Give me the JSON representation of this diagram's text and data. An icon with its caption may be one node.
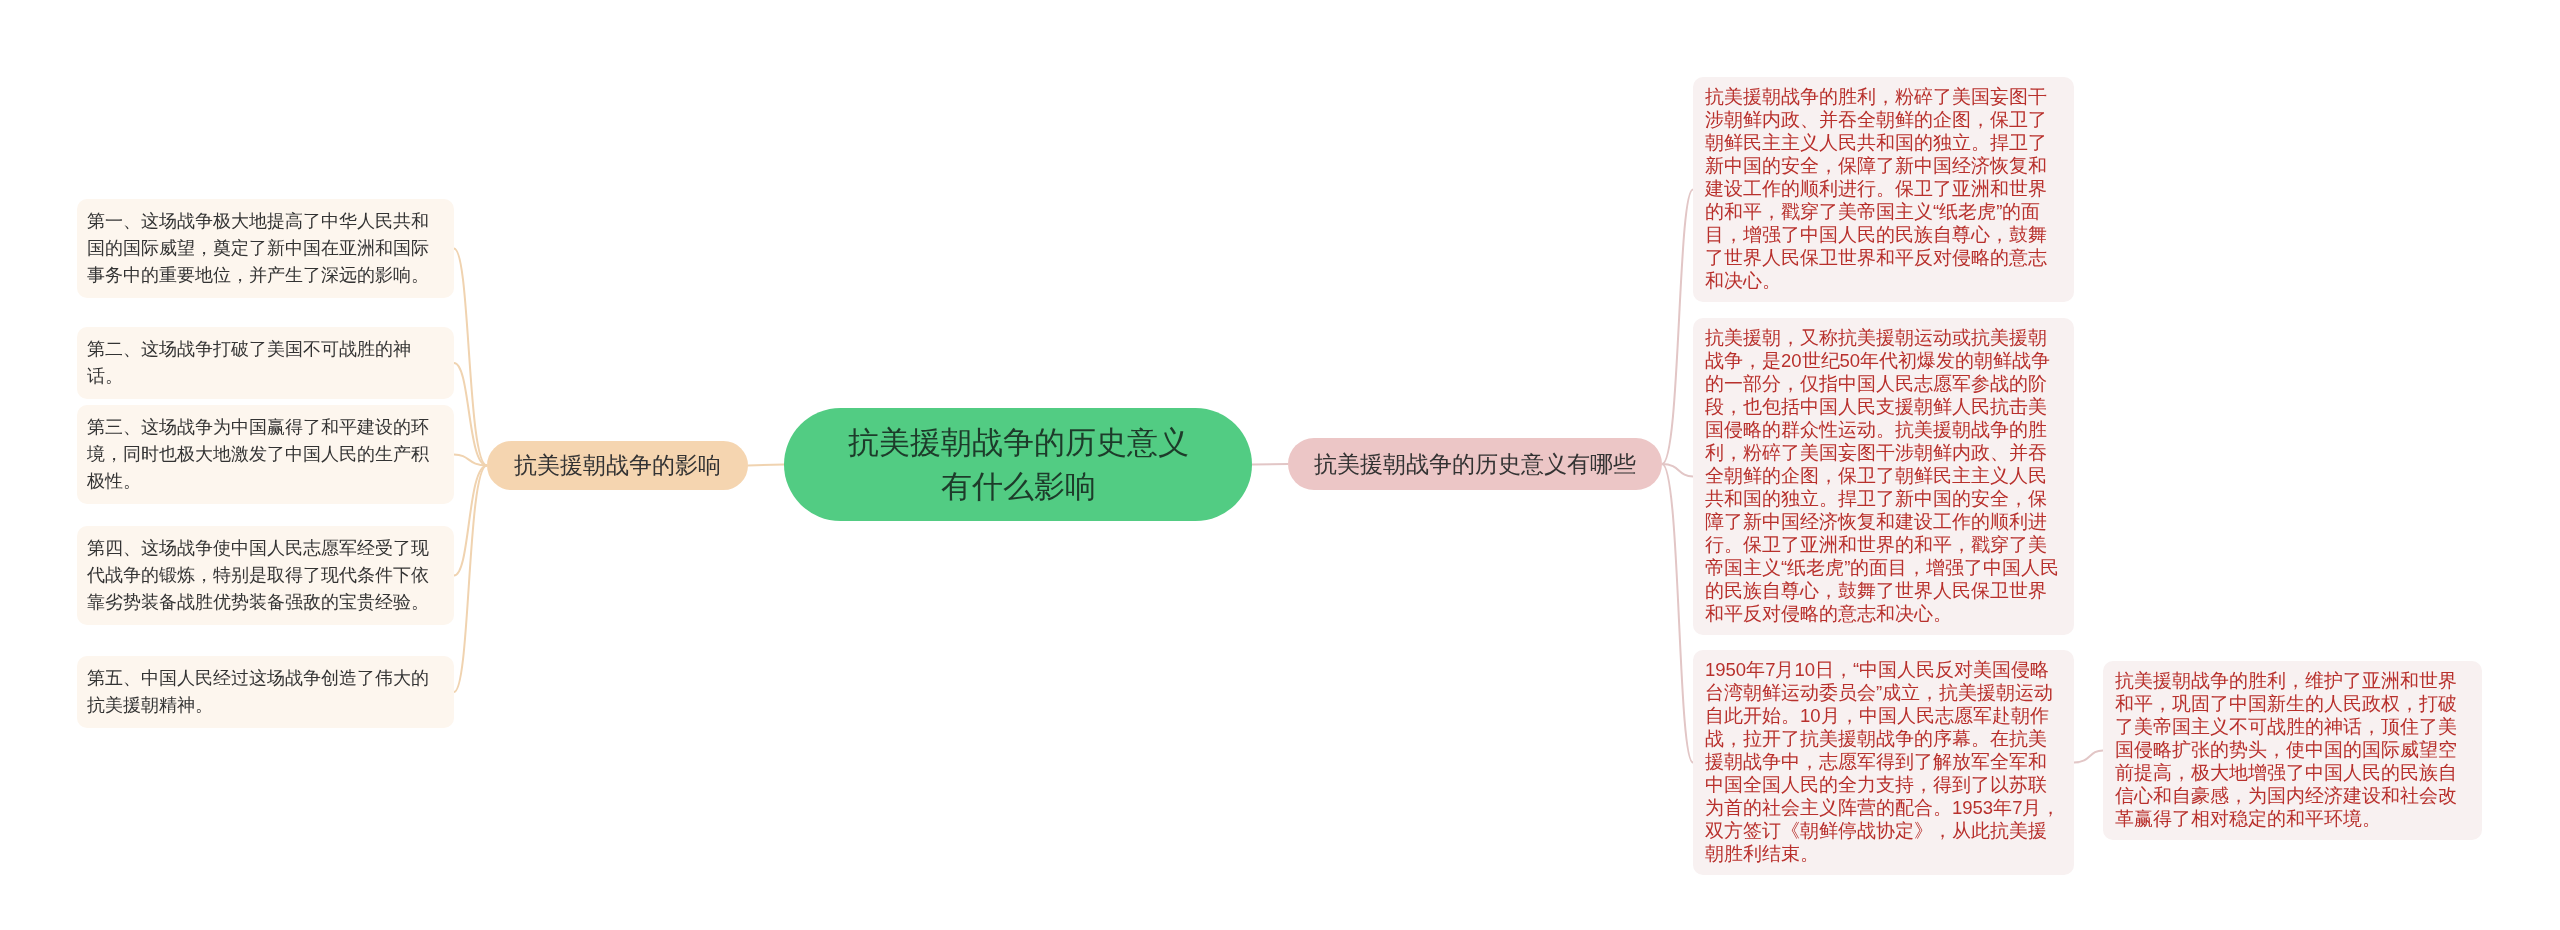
{
  "diagram": {
    "nodes": [
      {
        "text": [
          "抗美援朝战争的历史意义有什么影响"
        ]
      },
      {
        "text": [
          "抗美援朝战争的影响"
        ]
      },
      {
        "text": [
          "第一、这场战争极大地提高了中华人民共和国的国际威望，奠定了新中国在亚洲和国际事务中的重要地位，并产生了深远的影响。"
        ]
      },
      {
        "text": [
          "第二、这场战争打破了美国不可战胜的神话。"
        ]
      },
      {
        "text": [
          "第三、这场战争为中国赢得了和平建设的环境，同时也极大地激发了中国人民的生产积极性。"
        ]
      },
      {
        "text": [
          "第四、这场战争使中国人民志愿军经受了现代战争的锻炼，特别是取得了现代条件下依靠劣势装备战胜优势装备强敌的宝贵经验。"
        ]
      },
      {
        "text": [
          "第五、中国人民经过这场战争创造了伟大的抗美援朝精神。"
        ]
      },
      {
        "text": [
          "抗美援朝战争的历史意义有哪些"
        ]
      },
      {
        "text": [
          "抗美援朝战争的胜利，粉碎了美国妄图干涉朝鲜内政、并吞全朝鲜的企图，保卫了朝鲜民主主义人民共和国的独立。捍卫了新中国的安全，保障了新中国经济恢复和建设工作的顺利进行。保卫了亚洲和世界的和平，戳穿了美帝国主义“纸老虎”的面目，增强了中国人民的民族自尊心，鼓舞了世界人民保卫世界和平反对侵略的意志和决心。"
        ]
      },
      {
        "text": [
          "抗美援朝，又称抗美援朝运动或抗美援朝战争，是20世纪50年代初爆发的朝鲜战争的一部分，仅指中国人民志愿军参战的阶段，也包括中国人民支援朝鲜人民抗击美国侵略的群众性运动。抗美援朝战争的胜利，粉碎了美国妄图干涉朝鲜内政、并吞全朝鲜的企图，保卫了朝鲜民主主义人民共和国的独立。捍卫了新中国的安全，保障了新中国经济恢复和建设工作的顺利进行。保卫了亚洲和世界的和平，戳穿了美帝国主义“纸老虎”的面目，增强了中国人民的民族自尊心，鼓舞了世界人民保卫世界和平反对侵略的意志和决心。"
        ]
      },
      {
        "text": [
          "1950年7月10日，“中国人民反对美国侵略台湾朝鲜运动委员会”成立，抗美援朝运动自此开始。10月，中国人民志愿军赴朝作战，拉开了抗美援朝战争的序幕。在抗美援朝战争中，志愿军得到了解放军全军和中国全国人民的全力支持，得到了以苏联为首的社会主义阵营的配合。1953年7月，双方签订《朝鲜停战协定》，从此抗美援朝胜利结束。"
        ]
      },
      {
        "text": [
          "抗美援朝战争的胜利，维护了亚洲和世界和平，巩固了中国新生的人民政权，打破了美帝国主义不可战胜的神话，顶住了美国侵略扩张的势头，使中国的国际威望空前提高，极大地增强了中国人民的民族自信心和自豪感，为国内经济建设和社会改革赢得了相对稳定的和平环境。"
        ]
      }
    ],
    "edges": [
      {
        "from": 0,
        "to": 1,
        "arrow": "none",
        "color": "#f0d3b0"
      },
      {
        "from": 1,
        "to": 2,
        "arrow": "none",
        "color": "#f0d3b0"
      },
      {
        "from": 1,
        "to": 3,
        "arrow": "none",
        "color": "#f0d3b0"
      },
      {
        "from": 1,
        "to": 4,
        "arrow": "none",
        "color": "#f0d3b0"
      },
      {
        "from": 1,
        "to": 5,
        "arrow": "none",
        "color": "#f0d3b0"
      },
      {
        "from": 1,
        "to": 6,
        "arrow": "none",
        "color": "#f0d3b0"
      },
      {
        "from": 0,
        "to": 7,
        "arrow": "none"
      },
      {
        "from": 7,
        "to": 8,
        "arrow": "none"
      },
      {
        "from": 7,
        "to": 9,
        "arrow": "none"
      },
      {
        "from": 7,
        "to": 10,
        "arrow": "none"
      },
      {
        "from": 10,
        "to": 11,
        "arrow": "none"
      }
    ]
  }
}
